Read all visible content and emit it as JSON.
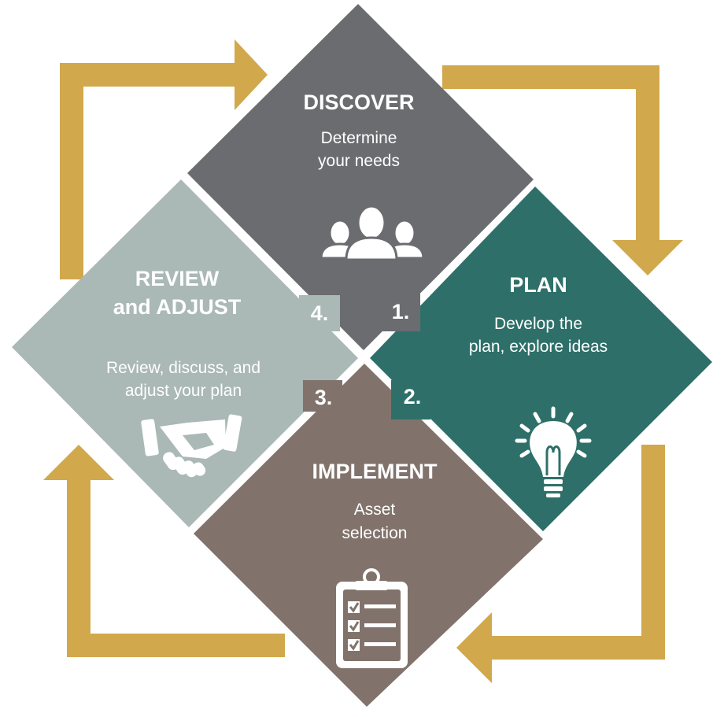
{
  "colors": {
    "arrow": "#d1a84b",
    "discover": "#6b6c70",
    "plan": "#2e7069",
    "implement": "#81736c",
    "review": "#aab8b6",
    "text": "#ffffff"
  },
  "steps": {
    "discover": {
      "title": "DISCOVER",
      "desc1": "Determine",
      "desc2": "your needs",
      "number": "1.",
      "icon": "people-group-icon"
    },
    "plan": {
      "title": "PLAN",
      "desc1": "Develop the",
      "desc2": "plan, explore ideas",
      "number": "2.",
      "icon": "lightbulb-icon"
    },
    "implement": {
      "title": "IMPLEMENT",
      "desc1": "Asset",
      "desc2": "selection",
      "number": "3.",
      "icon": "clipboard-checklist-icon"
    },
    "review": {
      "title1": "REVIEW",
      "title2": "and ADJUST",
      "desc1": "Review, discuss, and",
      "desc2": "adjust your plan",
      "number": "4.",
      "icon": "handshake-icon"
    }
  }
}
